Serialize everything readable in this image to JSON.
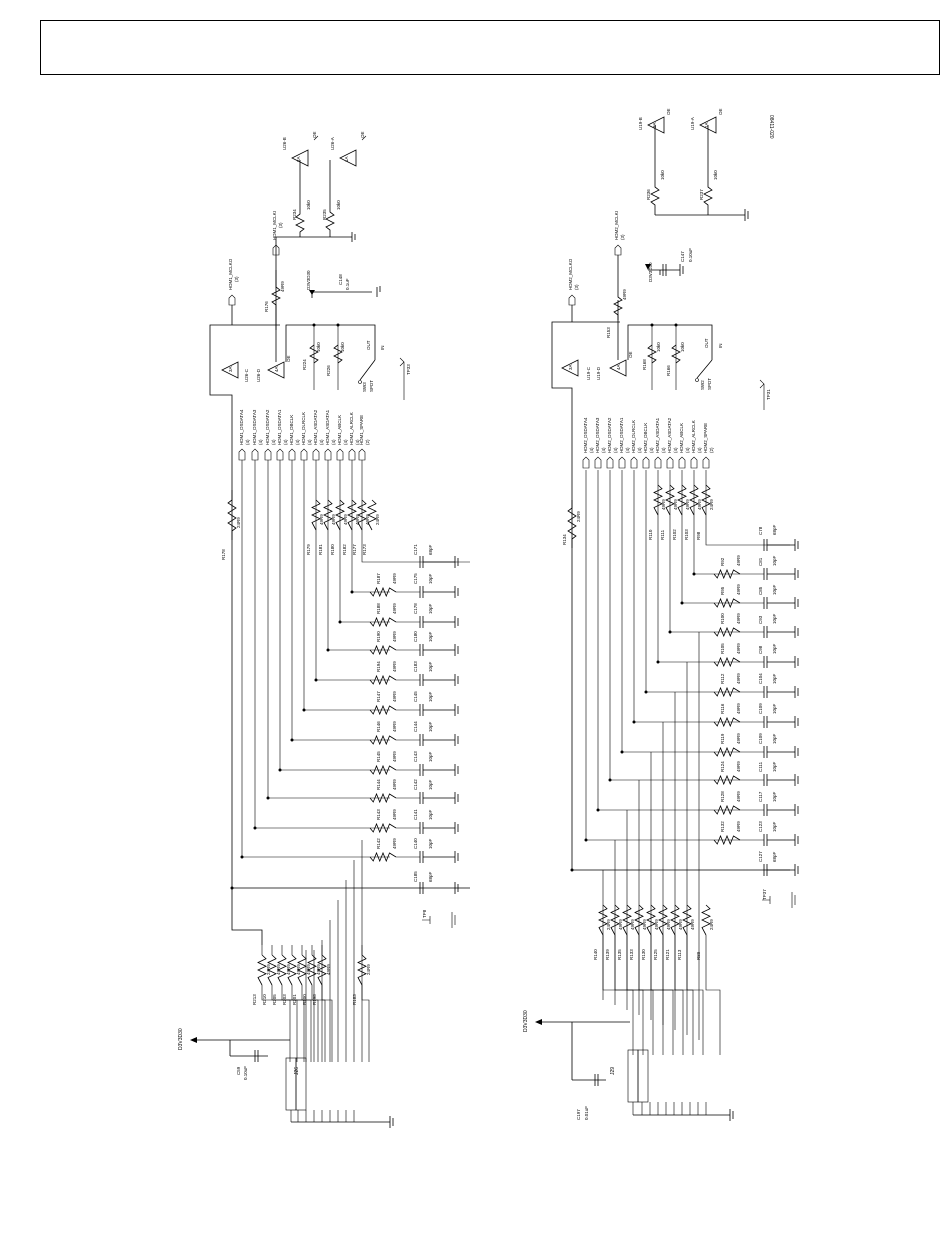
{
  "figure_id": "08411-020",
  "left_circuit": {
    "connector": "J26",
    "supply": "D3V3D30",
    "supply_cap": {
      "ref": "C59",
      "value": "0.10uF"
    },
    "header_resistors": [
      {
        "ref": "R213",
        "value": "24R9"
      },
      {
        "ref": "R210",
        "value": "49R9"
      },
      {
        "ref": "R205",
        "value": "49R9"
      },
      {
        "ref": "R203",
        "value": "49R9"
      },
      {
        "ref": "R201",
        "value": "49R9"
      },
      {
        "ref": "R200",
        "value": "49R9"
      },
      {
        "ref": "R198",
        "value": "49R9"
      },
      {
        "ref": "R183",
        "value": "24R9"
      }
    ],
    "filters": [
      {
        "r": "R187",
        "rv": "49R9",
        "c": "C175",
        "cv": "10pF"
      },
      {
        "r": "R188",
        "rv": "49R9",
        "c": "C178",
        "cv": "10pF"
      },
      {
        "r": "R190",
        "rv": "49R9",
        "c": "C180",
        "cv": "10pF"
      },
      {
        "r": "R194",
        "rv": "49R9",
        "c": "C183",
        "cv": "10pF"
      },
      {
        "r": "R147",
        "rv": "49R9",
        "c": "C145",
        "cv": "10pF"
      },
      {
        "r": "R146",
        "rv": "49R9",
        "c": "C144",
        "cv": "10pF"
      },
      {
        "r": "R145",
        "rv": "49R9",
        "c": "C143",
        "cv": "10pF"
      },
      {
        "r": "R144",
        "rv": "49R9",
        "c": "C142",
        "cv": "10pF"
      },
      {
        "r": "R143",
        "rv": "49R9",
        "c": "C141",
        "cv": "10pF"
      },
      {
        "r": "R142",
        "rv": "49R9",
        "c": "C140",
        "cv": "10pF"
      }
    ],
    "top_caps": [
      {
        "ref": "C171",
        "value": "68pF"
      },
      {
        "ref": "C185",
        "value": "68pF"
      }
    ],
    "series_resistors": [
      {
        "ref": "R179",
        "value": "49R9"
      },
      {
        "ref": "R181",
        "value": "49R9"
      },
      {
        "ref": "R180",
        "value": "49R9"
      },
      {
        "ref": "R182",
        "value": "49R9"
      },
      {
        "ref": "R177",
        "value": "49R9"
      },
      {
        "ref": "R173",
        "value": "24R9"
      }
    ],
    "r178": {
      "ref": "R178",
      "value": "24R9"
    },
    "nets": [
      "HDM1_DSDATA4",
      "HDM1_DSDATA3",
      "HDM1_DSDATA2",
      "HDM1_DSDATA1",
      "HDM1_DBCLK",
      "HDM1_DLRCLK",
      "HDM1_ASDATA2",
      "HDM1_ASDATA1",
      "HDM1_ABCLK",
      "HDM1_ALRCLK",
      "HDM1_SPARE"
    ],
    "net_tag": "(4)",
    "buffers": [
      {
        "ref": "U26-C",
        "pins": "3A",
        "io": "3Y"
      },
      {
        "ref": "U26-D",
        "pins": "4A",
        "io": "4Y"
      },
      {
        "ref": "U26-B",
        "pins": "2A",
        "io": "2Y"
      },
      {
        "ref": "U26-A",
        "pins": "1A",
        "io": "1Y"
      }
    ],
    "oe_label": "OE",
    "mclk_out": "HDM1_MCLKO",
    "mclk_in": "HDM1_MCLKI",
    "mclk_tag": "(3)",
    "spare_tag": "(2)",
    "r176": {
      "ref": "R176",
      "value": "49R9"
    },
    "r224": {
      "ref": "R224",
      "value": "10k0"
    },
    "r226": {
      "ref": "R226",
      "value": "10k0"
    },
    "r234": {
      "ref": "R234",
      "value": "10k0"
    },
    "r235": {
      "ref": "R235",
      "value": "10k0"
    },
    "c148": {
      "ref": "C148",
      "value": "0.1uF"
    },
    "switch": {
      "ref": "SW3",
      "type": "SPDT",
      "out": "OUT",
      "in": "IN"
    },
    "testpoints": [
      "TP33",
      "TP8"
    ],
    "supply2": "D3V3D30"
  },
  "right_circuit": {
    "connector": "J29",
    "supply": "D3V3D30",
    "supply_cap": {
      "ref": "C197",
      "value": "0.01uF"
    },
    "header_resistors": [
      {
        "ref": "R140",
        "value": "24R9"
      },
      {
        "ref": "R139",
        "value": "49R9"
      },
      {
        "ref": "R135",
        "value": "49R9"
      },
      {
        "ref": "R133",
        "value": "49R9"
      },
      {
        "ref": "R130",
        "value": "49R9"
      },
      {
        "ref": "R125",
        "value": "49R9"
      },
      {
        "ref": "R121",
        "value": "49R9"
      },
      {
        "ref": "R113",
        "value": "49R9"
      },
      {
        "ref": "R89",
        "value": "24R9"
      }
    ],
    "filters": [
      {
        "r": "R92",
        "rv": "49R9",
        "c": "C81",
        "cv": "10pF"
      },
      {
        "r": "R95",
        "rv": "49R9",
        "c": "C85",
        "cv": "10pF"
      },
      {
        "r": "R100",
        "rv": "49R9",
        "c": "C93",
        "cv": "10pF"
      },
      {
        "r": "R105",
        "rv": "49R9",
        "c": "C98",
        "cv": "10pF"
      },
      {
        "r": "R112",
        "rv": "49R9",
        "c": "C104",
        "cv": "10pF"
      },
      {
        "r": "R116",
        "rv": "49R9",
        "c": "C109",
        "cv": "10pF"
      },
      {
        "r": "R119",
        "rv": "49R9",
        "c": "C109",
        "cv": "10pF"
      },
      {
        "r": "R124",
        "rv": "49R9",
        "c": "C111",
        "cv": "10pF"
      },
      {
        "r": "R128",
        "rv": "49R9",
        "c": "C117",
        "cv": "10pF"
      },
      {
        "r": "R132",
        "rv": "49R9",
        "c": "C123",
        "cv": "10pF"
      }
    ],
    "top_caps": [
      {
        "ref": "C78",
        "value": "68pF"
      },
      {
        "ref": "C127",
        "value": "68pF"
      }
    ],
    "series_resistors": [
      {
        "ref": "R110",
        "value": "49R9"
      },
      {
        "ref": "R111",
        "value": "49R9"
      },
      {
        "ref": "R102",
        "value": "49R9"
      },
      {
        "ref": "R103",
        "value": "49R9"
      },
      {
        "ref": "R98",
        "value": "24R9"
      }
    ],
    "r134": {
      "ref": "R134",
      "value": "24R9"
    },
    "nets": [
      "HDM2_DSDATA4",
      "HDM2_DSDATA3",
      "HDM2_DSDATA2",
      "HDM2_DSDATA1",
      "HDM2_DLRCLK",
      "HDM2_DBCLK",
      "HDM2_ASDATA1",
      "HDM2_ASDATA2",
      "HDM2_ABCLK",
      "HDM2_ALRCLK",
      "HDM2_SPARE"
    ],
    "net_tag": "(4)",
    "buffers": [
      {
        "ref": "U19-C",
        "pins": "3A",
        "io": "3Y"
      },
      {
        "ref": "U19-D",
        "pins": "4A",
        "io": "4Y"
      },
      {
        "ref": "U19-B",
        "pins": "2A",
        "io": "2Y"
      },
      {
        "ref": "U19-A",
        "pins": "1A",
        "io": "1Y"
      }
    ],
    "oe_label": "OE",
    "mclk_out": "HDM2_MCLKO",
    "mclk_in": "HDM2_MCLKI",
    "mclk_tag": "(3)",
    "spare_tag": "(2)",
    "r153": {
      "ref": "R153",
      "value": "49R9"
    },
    "r168": {
      "ref": "R168",
      "value": "10k0"
    },
    "r166": {
      "ref": "R166",
      "value": "10k0"
    },
    "r236": {
      "ref": "R236",
      "value": "10k0"
    },
    "r237": {
      "ref": "R237",
      "value": "10k0"
    },
    "c147": {
      "ref": "C147",
      "value": "0.10uF"
    },
    "switch": {
      "ref": "SW2",
      "type": "SPDT",
      "out": "OUT",
      "in": "IN"
    },
    "testpoints": [
      "TP31",
      "TP37"
    ],
    "supply2": "D3V3D30"
  }
}
